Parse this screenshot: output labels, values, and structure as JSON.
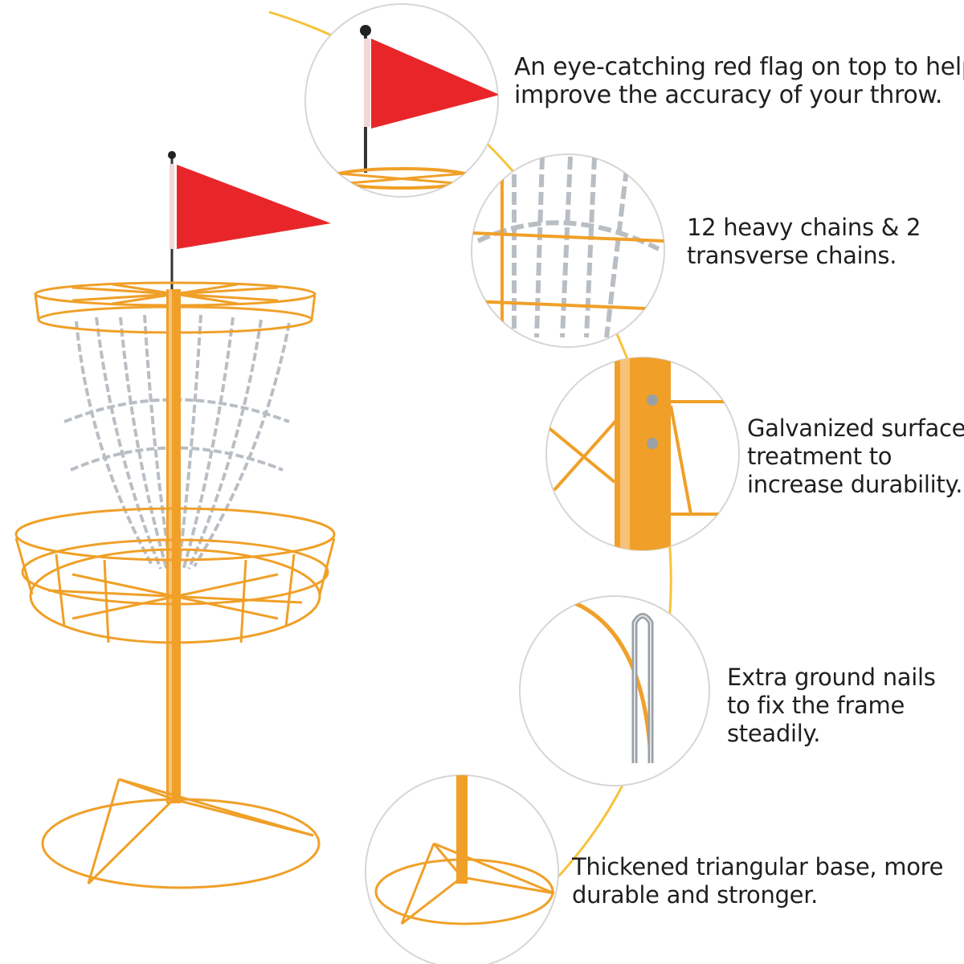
{
  "callouts": {
    "flag": {
      "lines": [
        "An eye-catching red flag on top to help",
        "improve the accuracy of your throw."
      ]
    },
    "chains": {
      "lines": [
        "12 heavy chains & 2",
        "transverse chains."
      ]
    },
    "galvanized": {
      "lines": [
        "Galvanized surface",
        "treatment to",
        "increase durability."
      ]
    },
    "nails": {
      "lines": [
        "Extra ground nails",
        "to fix the frame",
        "steadily."
      ]
    },
    "base": {
      "lines": [
        "Thickened triangular base, more",
        "durable and stronger."
      ]
    }
  },
  "colors": {
    "frame": "#f0a028",
    "flag": "#e8262a",
    "chain": "#b9bec4",
    "arc": "#f6c33a",
    "circle_border": "#d6d6d6",
    "text": "#1f1f1f"
  }
}
